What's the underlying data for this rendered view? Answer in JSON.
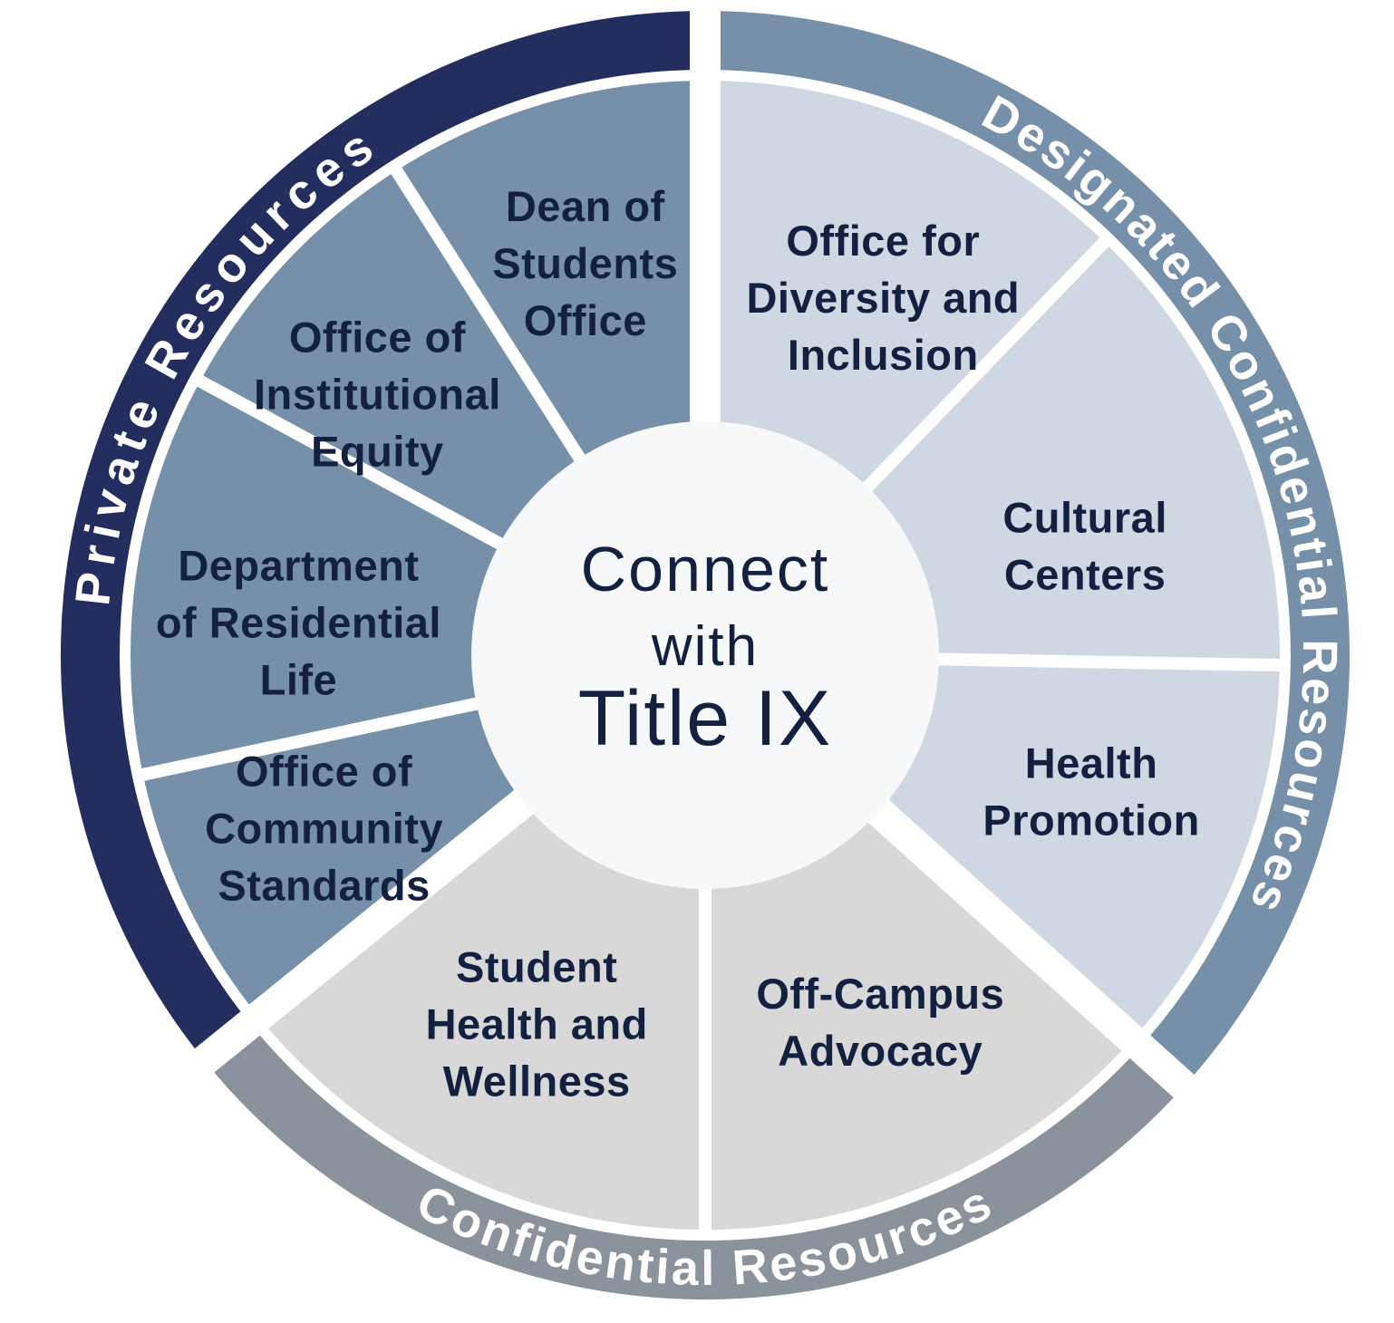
{
  "diagram_title": "Connect with Title IX",
  "center": {
    "lines": [
      "Connect",
      "with",
      "Title IX"
    ]
  },
  "colors": {
    "navy": "#232e5e",
    "slate": "#7590a8",
    "light_blue": "#ced7e2",
    "gray": "#8a929b",
    "light_gray": "#d8d8d9",
    "center_fill": "#f7f8f9",
    "text_dark": "#13203f",
    "text_light": "#ffffff",
    "background": "#ffffff"
  },
  "rings": [
    {
      "id": "private",
      "label": "Private Resources",
      "band_color": "navy",
      "segment_color": "slate",
      "segments": [
        {
          "id": "dean-of-students-office",
          "lines": [
            "Dean of",
            "Students",
            "Office"
          ]
        },
        {
          "id": "office-of-institutional-equity",
          "lines": [
            "Office of",
            "Institutional",
            "Equity"
          ]
        },
        {
          "id": "department-of-residential-life",
          "lines": [
            "Department",
            "of Residential",
            "Life"
          ]
        },
        {
          "id": "office-of-community-standards",
          "lines": [
            "Office of",
            "Community",
            "Standards"
          ]
        }
      ]
    },
    {
      "id": "designated-confidential",
      "label": "Designated Confidential Resources",
      "band_color": "slate",
      "segment_color": "light_blue",
      "segments": [
        {
          "id": "office-for-diversity-and-inclusion",
          "lines": [
            "Office for",
            "Diversity and",
            "Inclusion"
          ]
        },
        {
          "id": "cultural-centers",
          "lines": [
            "Cultural",
            "Centers"
          ]
        },
        {
          "id": "health-promotion",
          "lines": [
            "Health",
            "Promotion"
          ]
        }
      ]
    },
    {
      "id": "confidential",
      "label": "Confidential Resources",
      "band_color": "gray",
      "segment_color": "light_gray",
      "segments": [
        {
          "id": "student-health-and-wellness",
          "lines": [
            "Student",
            "Health and",
            "Wellness"
          ]
        },
        {
          "id": "off-campus-advocacy",
          "lines": [
            "Off-Campus",
            "Advocacy"
          ]
        }
      ]
    }
  ]
}
